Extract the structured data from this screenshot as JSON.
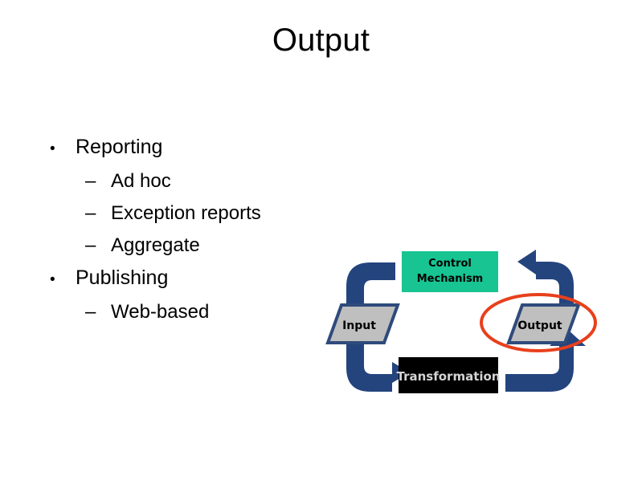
{
  "slide": {
    "title": "Output",
    "background_color": "#ffffff"
  },
  "content": {
    "bullets": [
      {
        "level": 1,
        "marker": "•",
        "text": "Reporting"
      },
      {
        "level": 2,
        "marker": "–",
        "text": "Ad hoc"
      },
      {
        "level": 2,
        "marker": "–",
        "text": "Exception reports"
      },
      {
        "level": 2,
        "marker": "–",
        "text": "Aggregate"
      },
      {
        "level": 1,
        "marker": "•",
        "text": "Publishing"
      },
      {
        "level": 2,
        "marker": "–",
        "text": "Web-based"
      }
    ]
  },
  "diagram": {
    "name": "input-transformation-output-cycle",
    "nodes": {
      "control": {
        "label_line1": "Control",
        "label_line2": "Mechanism",
        "shape": "rectangle",
        "fill": "#17C492",
        "text_color": "#000000"
      },
      "input": {
        "label": "Input",
        "shape": "parallelogram",
        "fill": "#BFBFBF",
        "border": "#2F4B7C",
        "text_color": "#000000"
      },
      "transformation": {
        "label": "Transformation",
        "shape": "rectangle",
        "fill": "#000000",
        "text_color": "#D4D4D4"
      },
      "output": {
        "label": "Output",
        "shape": "parallelogram",
        "fill": "#BFBFBF",
        "border": "#2F4B7C",
        "text_color": "#000000"
      }
    },
    "arrows": {
      "color": "#24447E",
      "list": [
        {
          "name": "control-to-input",
          "from": "control",
          "to": "input",
          "direction": "down"
        },
        {
          "name": "input-to-transformation",
          "from": "input",
          "to": "transformation",
          "direction": "right"
        },
        {
          "name": "transformation-to-output",
          "from": "transformation",
          "to": "output",
          "direction": "up"
        },
        {
          "name": "output-to-control",
          "from": "output",
          "to": "control",
          "direction": "left"
        }
      ]
    },
    "highlight": {
      "name": "output-highlight-ellipse",
      "target": "output",
      "shape": "ellipse",
      "stroke": "#E8401C",
      "stroke_width": 4
    }
  }
}
